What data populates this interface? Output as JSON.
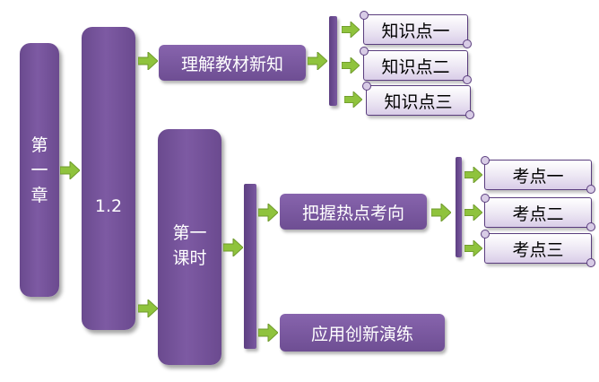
{
  "chapter": {
    "lines": [
      "第",
      "一",
      "章"
    ]
  },
  "section": {
    "label": "1.2"
  },
  "lesson": {
    "lines": [
      "第一",
      "课时"
    ]
  },
  "branches": {
    "understand": "理解教材新知",
    "grasp": "把握热点考向",
    "apply": "应用创新演练"
  },
  "knowledge_points": [
    "知识点一",
    "知识点二",
    "知识点三"
  ],
  "exam_points": [
    "考点一",
    "考点二",
    "考点三"
  ],
  "colors": {
    "purple": "#7655a0",
    "arrow": "#8fc33d",
    "scroll_border": "#5a3d7e"
  }
}
